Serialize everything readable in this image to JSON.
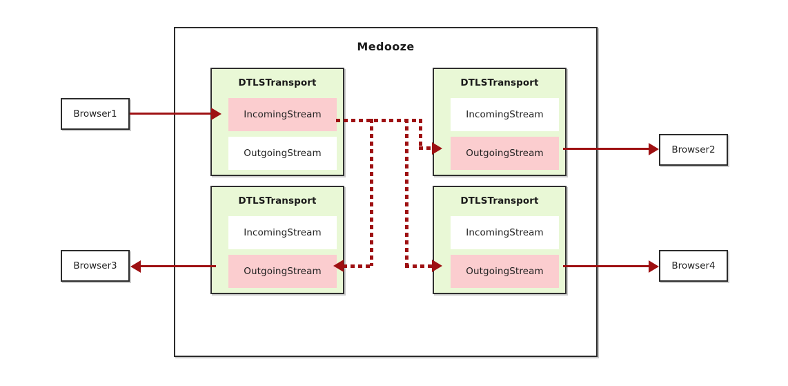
{
  "diagram": {
    "title": "Medooze",
    "transports": [
      {
        "id": "transport-top-left",
        "title": "DTLSTransport",
        "streams": [
          {
            "label": "IncomingStream",
            "state": "active"
          },
          {
            "label": "OutgoingStream",
            "state": "inactive"
          }
        ]
      },
      {
        "id": "transport-top-right",
        "title": "DTLSTransport",
        "streams": [
          {
            "label": "IncomingStream",
            "state": "inactive"
          },
          {
            "label": "OutgoingStream",
            "state": "active"
          }
        ]
      },
      {
        "id": "transport-bottom-left",
        "title": "DTLSTransport",
        "streams": [
          {
            "label": "IncomingStream",
            "state": "inactive"
          },
          {
            "label": "OutgoingStream",
            "state": "active"
          }
        ]
      },
      {
        "id": "transport-bottom-right",
        "title": "DTLSTransport",
        "streams": [
          {
            "label": "IncomingStream",
            "state": "inactive"
          },
          {
            "label": "OutgoingStream",
            "state": "active"
          }
        ]
      }
    ],
    "browsers": [
      {
        "id": "browser1",
        "label": "Browser1"
      },
      {
        "id": "browser2",
        "label": "Browser2"
      },
      {
        "id": "browser3",
        "label": "Browser3"
      },
      {
        "id": "browser4",
        "label": "Browser4"
      }
    ],
    "colors": {
      "transport_fill": "#e9f8d6",
      "stream_active_fill": "#fbcdcf",
      "stream_inactive_fill": "#ffffff",
      "connector": "#9e1012",
      "border": "#2b2b2b",
      "background": "#ffffff"
    }
  }
}
